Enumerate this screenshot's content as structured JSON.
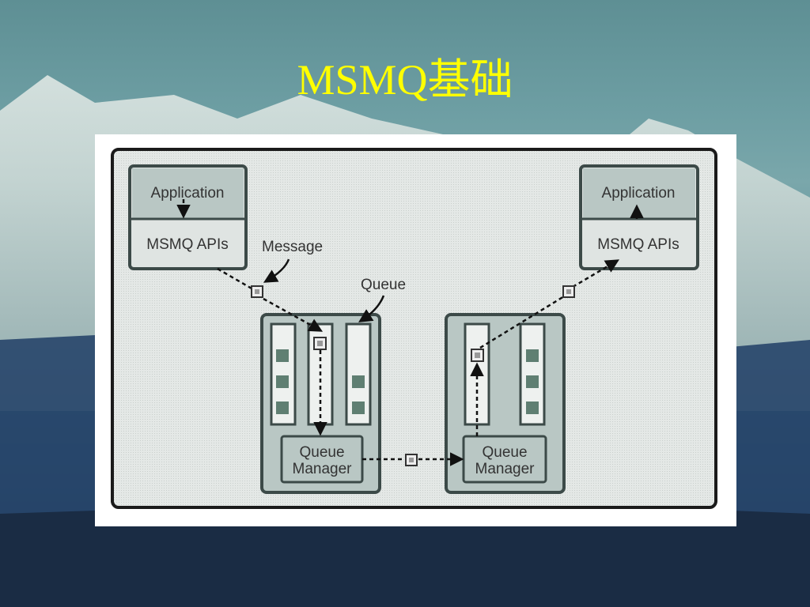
{
  "slide": {
    "title": "MSMQ基础"
  },
  "diagram": {
    "left_app": {
      "app_label": "Application",
      "api_label": "MSMQ APIs"
    },
    "right_app": {
      "app_label": "Application",
      "api_label": "MSMQ APIs"
    },
    "callouts": {
      "message": "Message",
      "queue": "Queue"
    },
    "left_manager": {
      "line1": "Queue",
      "line2": "Manager"
    },
    "right_manager": {
      "line1": "Queue",
      "line2": "Manager"
    }
  },
  "colors": {
    "title": "#ffff00",
    "box_fill": "#b9c7c4",
    "box_border": "#3c4a48",
    "message_square": "#5f7f72"
  }
}
